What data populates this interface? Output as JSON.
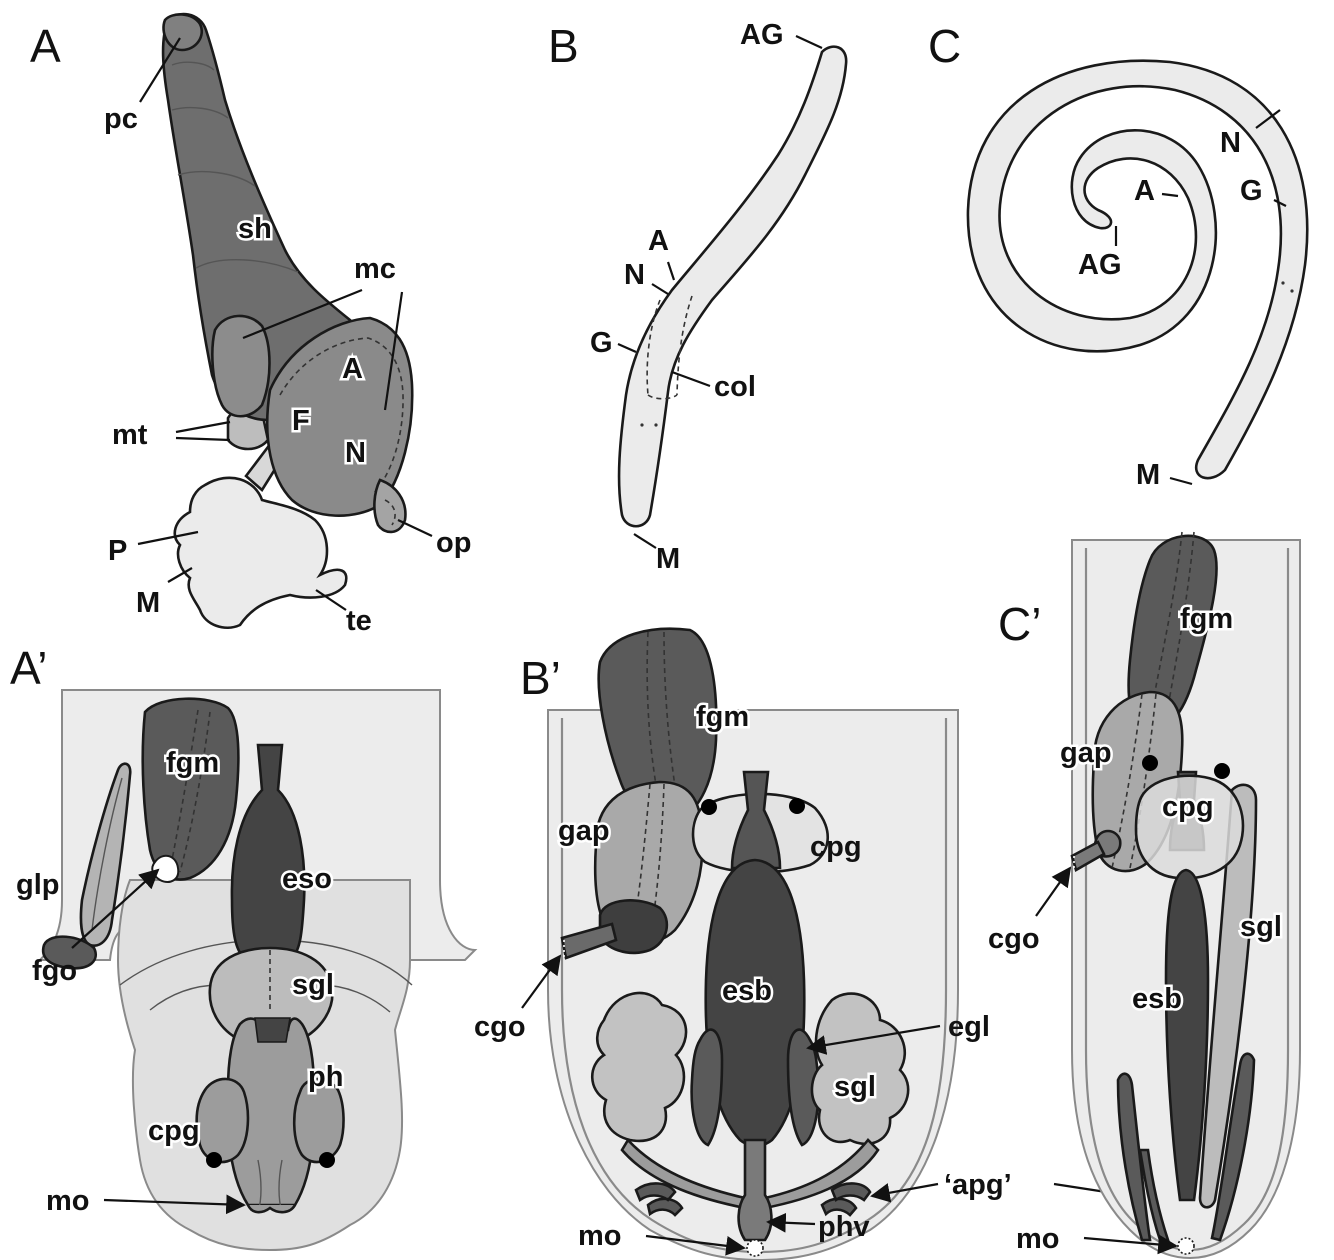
{
  "panels": {
    "A": "A",
    "B": "B",
    "C": "C",
    "A_prime": "A’",
    "B_prime": "B’",
    "C_prime": "C’"
  },
  "labels_A": {
    "pc": "pc",
    "sh": "sh",
    "mc": "mc",
    "A": "A",
    "F": "F",
    "N": "N",
    "mt": "mt",
    "P": "P",
    "M": "M",
    "op": "op",
    "te": "te"
  },
  "labels_B": {
    "AG": "AG",
    "A": "A",
    "N": "N",
    "G": "G",
    "col": "col",
    "M": "M"
  },
  "labels_C": {
    "N": "N",
    "A": "A",
    "G": "G",
    "AG": "AG",
    "M": "M"
  },
  "labels_A_prime": {
    "glp": "glp",
    "fgm": "fgm",
    "eso": "eso",
    "sgl": "sgl",
    "fgo": "fgo",
    "ph": "ph",
    "cpg": "cpg",
    "mo": "mo"
  },
  "labels_B_prime": {
    "fgm": "fgm",
    "gap": "gap",
    "cpg": "cpg",
    "esb": "esb",
    "cgo": "cgo",
    "egl": "egl",
    "sgl": "sgl",
    "apg": "‘apg’",
    "mo": "mo",
    "phv": "phv"
  },
  "labels_C_prime": {
    "fgm": "fgm",
    "gap": "gap",
    "cpg": "cpg",
    "cgo": "cgo",
    "sgl": "sgl",
    "esb": "esb",
    "mo": "mo"
  },
  "colors": {
    "tissue_light": "#ebebeb",
    "tissue_mid": "#a9a9a9",
    "tissue_dark": "#5f5f5f",
    "tissue_darkest": "#444444",
    "shell": "#6e6e6e",
    "line": "#111111"
  }
}
